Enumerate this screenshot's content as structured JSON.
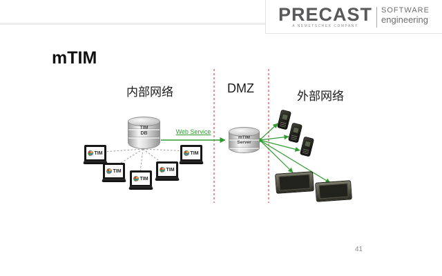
{
  "header": {
    "logo": {
      "brand": "PRECAST",
      "suffix_line1": "SOFTWARE",
      "suffix_line2": "engineering",
      "tagline": "A NEMETSCHEK COMPANY"
    }
  },
  "slide": {
    "title": "mTIM",
    "page_number": "41"
  },
  "diagram": {
    "zones": [
      {
        "label": "内部网络"
      },
      {
        "label": "DMZ"
      },
      {
        "label": "外部网络"
      }
    ],
    "db": {
      "label_line1": "TIM",
      "label_line2": "DB"
    },
    "server": {
      "label_line1": "mTIM",
      "label_line2": "Server"
    },
    "web_service_label": "Web Service",
    "laptop_label": "TIM",
    "counts": {
      "laptops": 5,
      "handhelds": 3,
      "tablets": 2
    },
    "colors": {
      "arrow_green": "#2e9b2e",
      "zone_divider_red": "#dd5a5a",
      "dashed_gray": "#9a9a9a"
    }
  }
}
